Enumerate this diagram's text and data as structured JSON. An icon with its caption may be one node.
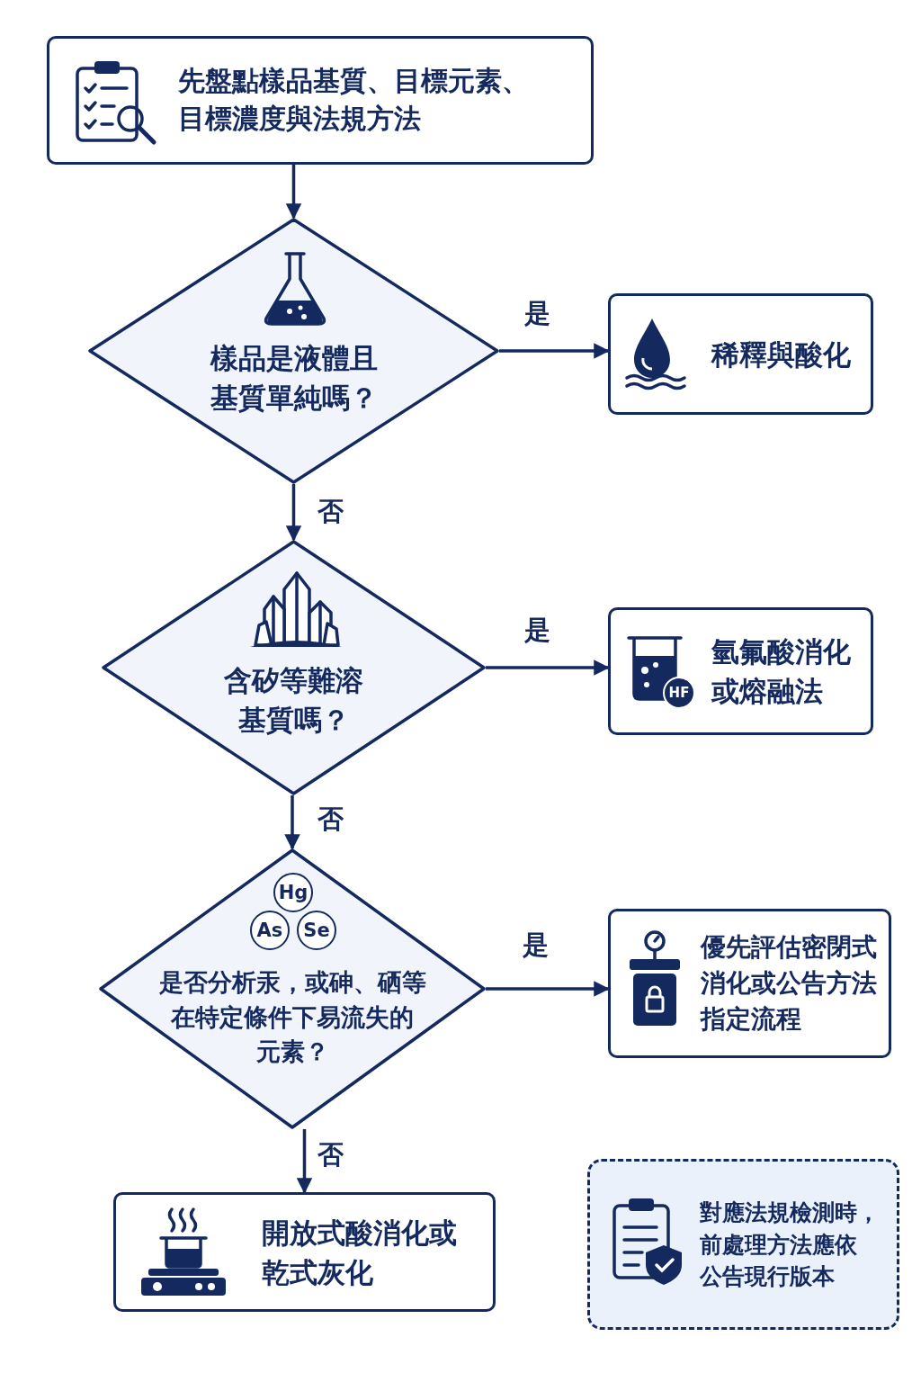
{
  "diagram": {
    "nodes": [
      {
        "text": [
          "先盤點樣品基質、目標元素、目標濃度與法規方法"
        ]
      },
      {
        "text": [
          "樣品是液體且基質單純嗎？"
        ]
      },
      {
        "text": [
          "稀釋與酸化"
        ]
      },
      {
        "text": [
          "含矽等難溶基質嗎？"
        ]
      },
      {
        "text": [
          "氫氟酸消化或熔融法"
        ]
      },
      {
        "text": [
          "是否分析汞，或砷、硒等在特定條件下易流失的元素？"
        ]
      },
      {
        "text": [
          "優先評估密閉式消化或公告方法指定流程"
        ]
      },
      {
        "text": [
          "開放式酸消化或乾式灰化"
        ]
      },
      {
        "text": [
          "對應法規檢測時，前處理方法應依公告現行版本"
        ]
      }
    ],
    "edges": [
      {
        "from": 0,
        "to": 1,
        "arrow": "to"
      },
      {
        "from": 1,
        "to": 2,
        "arrow": "to",
        "label": "是"
      },
      {
        "from": 1,
        "to": 3,
        "arrow": "to",
        "label": "否"
      },
      {
        "from": 3,
        "to": 4,
        "arrow": "to",
        "label": "是"
      },
      {
        "from": 3,
        "to": 5,
        "arrow": "to",
        "label": "否"
      },
      {
        "from": 5,
        "to": 6,
        "arrow": "to",
        "label": "是"
      },
      {
        "from": 5,
        "to": 7,
        "arrow": "to",
        "label": "否"
      }
    ],
    "labels": [
      "HF",
      "Hg",
      "As",
      "Se"
    ]
  }
}
